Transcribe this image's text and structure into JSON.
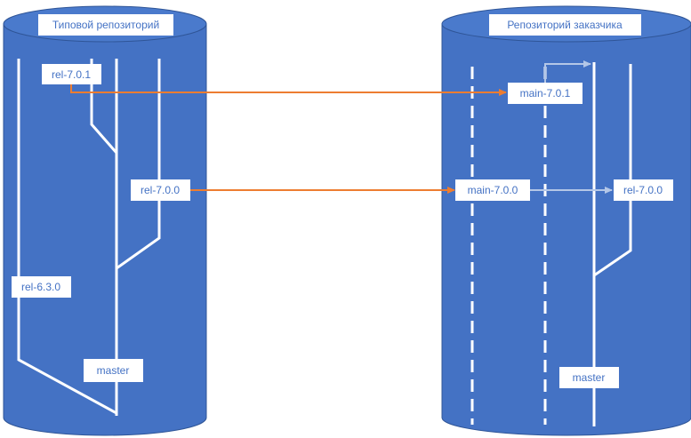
{
  "left_repo": {
    "title": "Типовой репозиторий",
    "branches": {
      "rel_7_0_1": "rel-7.0.1",
      "rel_7_0_0": "rel-7.0.0",
      "rel_6_3_0": "rel-6.3.0",
      "master": "master"
    }
  },
  "right_repo": {
    "title": "Репозиторий заказчика",
    "branches": {
      "main_7_0_1": "main-7.0.1",
      "main_7_0_0": "main-7.0.0",
      "rel_7_0_0": "rel-7.0.0",
      "master": "master"
    }
  },
  "colors": {
    "cylinder": "#4472c4",
    "cylinder_top": "#4a7acc",
    "edge": "#2f5597",
    "label_box": "#ffffff",
    "label_text": "#4472c4",
    "sync_arrow": "#ed7d31",
    "merge_arrow": "#b4c7e7"
  }
}
